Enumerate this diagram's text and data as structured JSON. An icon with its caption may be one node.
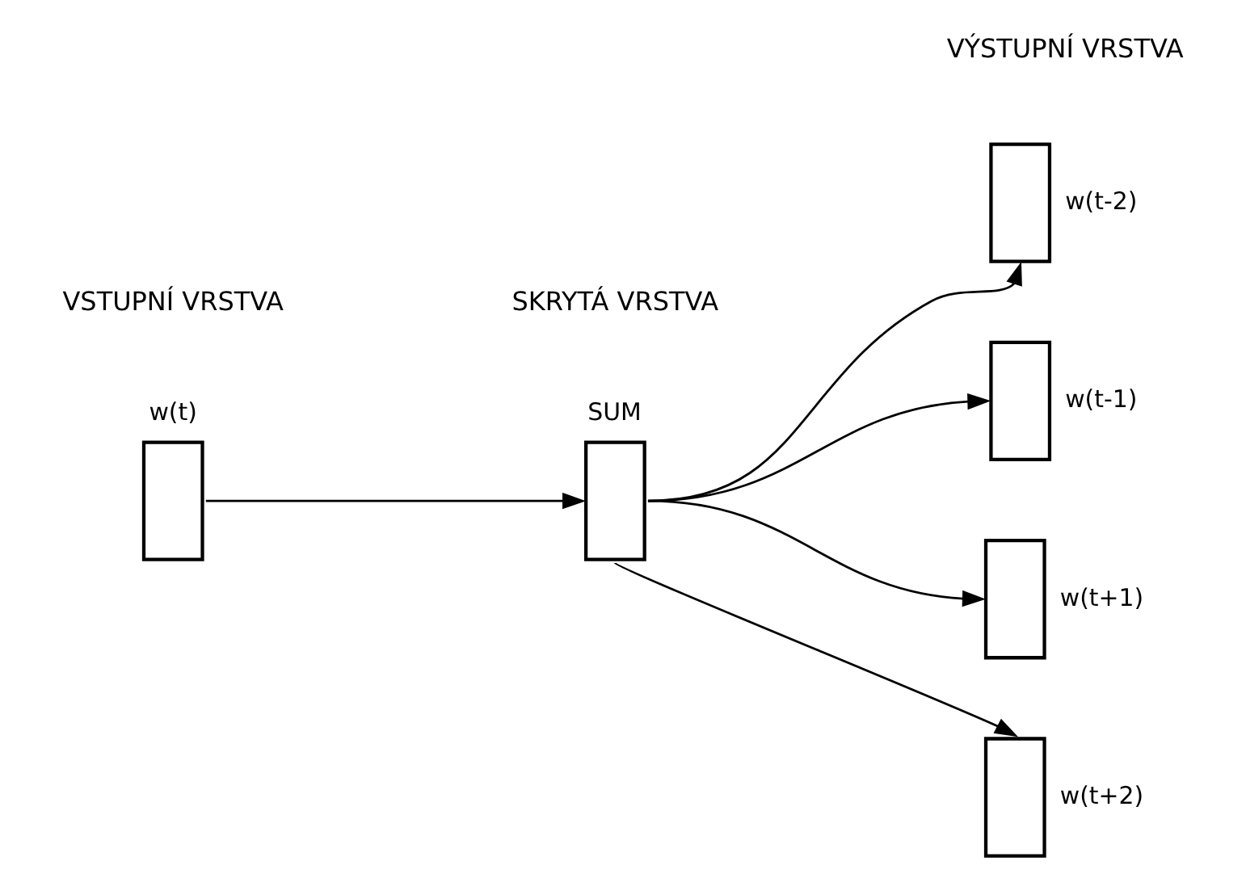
{
  "diagram": {
    "nodes": [
      {
        "text": [
          "w(t)"
        ]
      },
      {
        "text": [
          "SUM"
        ]
      },
      {
        "text": [
          "w(t-2)"
        ]
      },
      {
        "text": [
          "w(t-1)"
        ]
      },
      {
        "text": [
          "w(t+1)"
        ]
      },
      {
        "text": [
          "w(t+2)"
        ]
      }
    ],
    "edges": [
      {
        "from": 0,
        "to": 1,
        "arrow": "to"
      },
      {
        "from": 1,
        "to": 2,
        "arrow": "to"
      },
      {
        "from": 1,
        "to": 3,
        "arrow": "to"
      },
      {
        "from": 1,
        "to": 4,
        "arrow": "to"
      },
      {
        "from": 1,
        "to": 5,
        "arrow": "to"
      }
    ],
    "labels": [
      "VSTUPNÍ VRSTVA",
      "SKRYTÁ VRSTVA",
      "VÝSTUPNÍ VRSTVA"
    ]
  }
}
